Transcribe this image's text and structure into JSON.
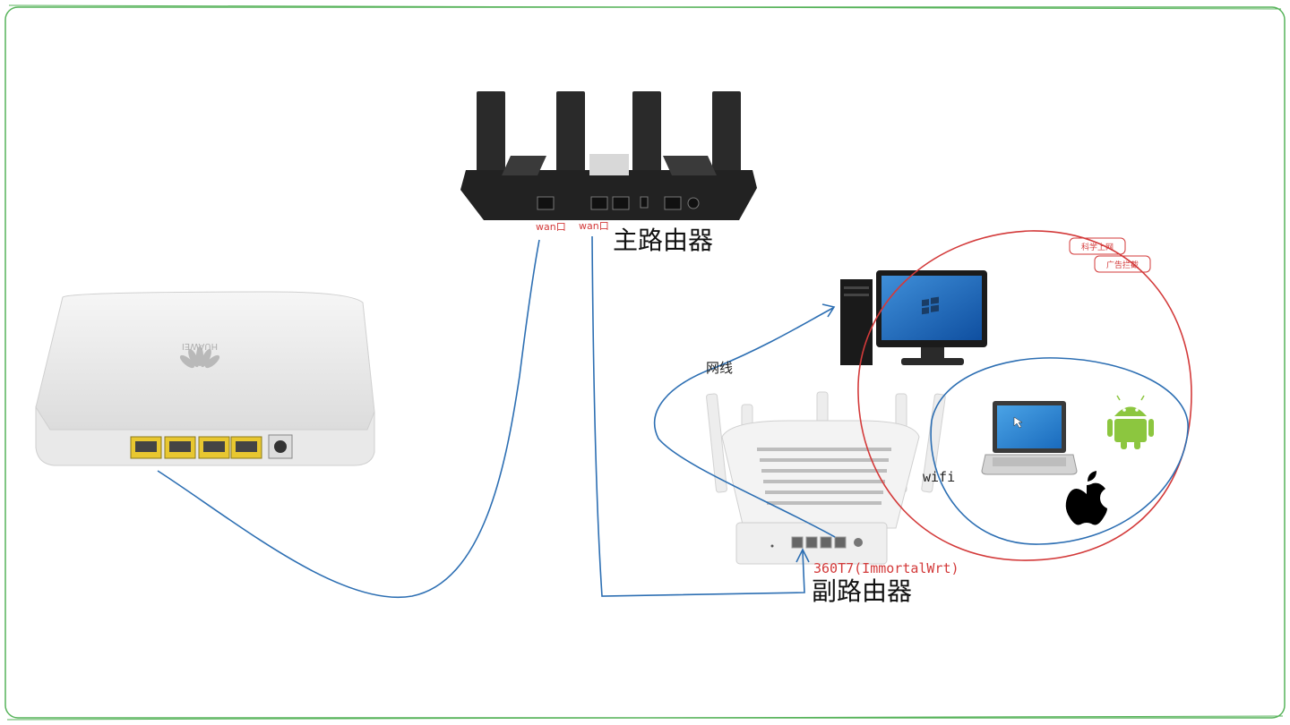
{
  "labels": {
    "main_router": "主路由器",
    "sub_router": "副路由器",
    "wan_port_1": "wan口",
    "wan_port_2": "wan口",
    "cable": "网线",
    "wifi": "wifi",
    "sub_router_model": "360T7(ImmortalWrt)",
    "tag_1": "科学上网",
    "tag_2": "广告拦截",
    "ont_brand": "HUAWEI"
  },
  "colors": {
    "frame": "#57b35a",
    "cable_line": "#2d6fb3",
    "circle_red": "#d33a3a",
    "circle_blue": "#2d6fb3"
  },
  "icons": [
    "huawei-ont-icon",
    "main-router-icon",
    "sub-router-icon",
    "desktop-pc-icon",
    "laptop-icon",
    "android-icon",
    "apple-icon"
  ]
}
